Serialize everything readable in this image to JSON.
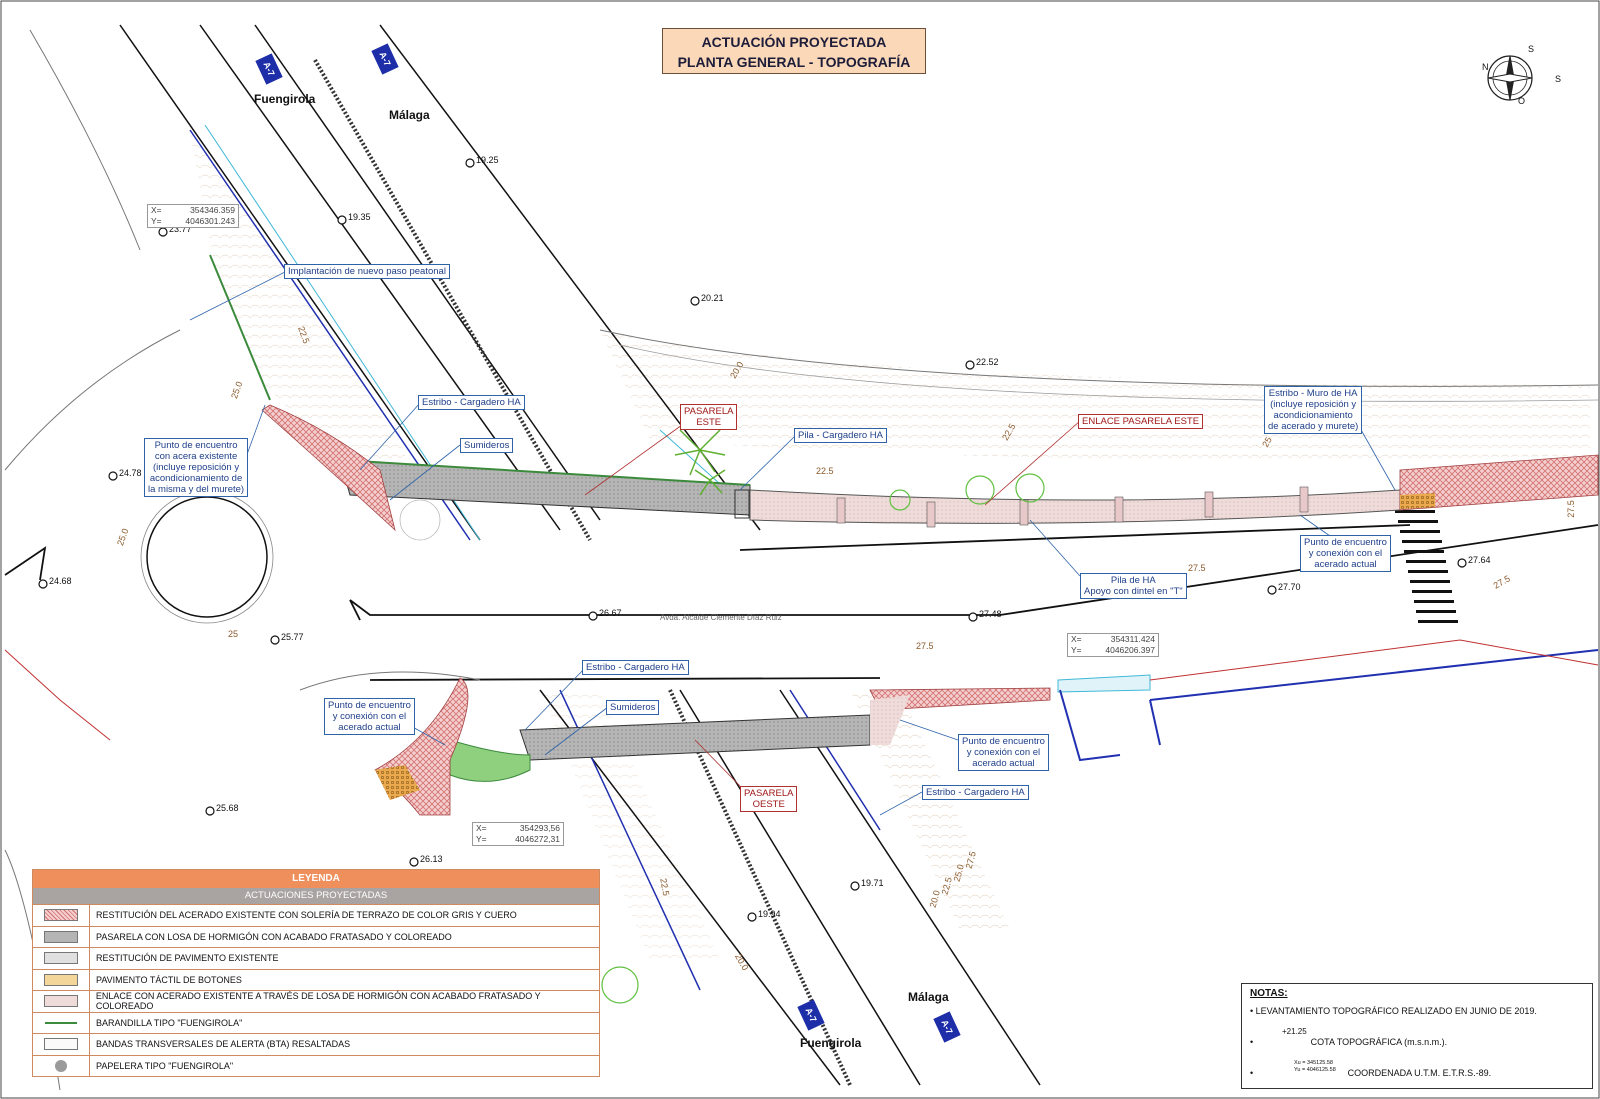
{
  "title": {
    "line1": "ACTUACIÓN PROYECTADA",
    "line2": "PLANTA GENERAL - TOPOGRAFÍA"
  },
  "cities": {
    "fuengirola": "Fuengirola",
    "malaga": "Málaga"
  },
  "road_shield": "A-7",
  "street_name": "Avda. Alcalde Clemente Díaz Ruiz",
  "callouts": {
    "nuevo_paso": "Implantación de nuevo paso peatonal",
    "estribo_n": "Estribo - Cargadero HA",
    "sumideros_n": "Sumideros",
    "punto_nw": [
      "Punto de encuentro",
      "con acera existente",
      "(incluye reposición y",
      "acondicionamiento de",
      "la misma y del murete)"
    ],
    "pasarela_este": [
      "PASARELA",
      "ESTE"
    ],
    "pila_cargadero": "Pila - Cargadero HA",
    "enlace_este": "ENLACE PASARELA ESTE",
    "estribo_muro": [
      "Estribo - Muro de HA",
      "(incluye reposición y",
      "acondicionamiento",
      "de acerado y murete)"
    ],
    "punto_e": [
      "Punto de encuentro",
      "y conexión con el",
      "acerado actual"
    ],
    "pila_ha": [
      "Pila de HA",
      "Apoyo con dintel en \"T\""
    ],
    "estribo_s": "Estribo - Cargadero HA",
    "sumideros_s": "Sumideros",
    "punto_sw": [
      "Punto de encuentro",
      "y conexión con el",
      "acerado actual"
    ],
    "punto_se": [
      "Punto de encuentro",
      "y conexión con el",
      "acerado actual"
    ],
    "pasarela_oeste": [
      "PASARELA",
      "OESTE"
    ],
    "estribo_se": "Estribo - Cargadero HA"
  },
  "elevations": [
    "19.25",
    "19.35",
    "23.77",
    "20.21",
    "22.52",
    "24.78",
    "24.68",
    "26.67",
    "27.48",
    "27.70",
    "27.64",
    "25.77",
    "25.68",
    "26.13",
    "19.71",
    "19.94"
  ],
  "contours": [
    "22.5",
    "25.0",
    "20.0",
    "22.5",
    "22.5",
    "25",
    "27.5",
    "27.5",
    "25.0",
    "27.5",
    "27.5",
    "25",
    "22.5",
    "20.0",
    "27.5",
    "25.0",
    "22.5",
    "20.0"
  ],
  "coords": {
    "nw": {
      "x_label": "X=",
      "x": "354346.359",
      "y_label": "Y=",
      "y": "4046301.243"
    },
    "e": {
      "x_label": "X=",
      "x": "354311.424",
      "y_label": "Y=",
      "y": "4046206.397"
    },
    "s": {
      "x_label": "X=",
      "x": "354293,56",
      "y_label": "Y=",
      "y": "4046272,31"
    }
  },
  "legend": {
    "title": "LEYENDA",
    "subtitle": "ACTUACIONES PROYECTADAS",
    "items": [
      {
        "label": "RESTITUCIÓN DEL ACERADO EXISTENTE CON SOLERÍA DE TERRAZO DE COLOR GRIS Y CUERO",
        "symbol": "hatch-red"
      },
      {
        "label": "PASARELA CON LOSA DE HORMIGÓN CON ACABADO FRATASADO Y COLOREADO",
        "symbol": "gray-dots"
      },
      {
        "label": "RESTITUCIÓN DE PAVIMENTO EXISTENTE",
        "symbol": "light-gray-dots"
      },
      {
        "label": "PAVIMENTO TÁCTIL DE BOTONES",
        "symbol": "yellow-circles"
      },
      {
        "label": "ENLACE CON ACERADO EXISTENTE A TRAVÉS DE LOSA DE HORMIGÓN CON ACABADO FRATASADO Y COLOREADO",
        "symbol": "pink-dots"
      },
      {
        "label": "BARANDILLA TIPO \"FUENGIROLA\"",
        "symbol": "green-line"
      },
      {
        "label": "BANDAS TRANSVERSALES DE ALERTA (BTA) RESALTADAS",
        "symbol": "white-dots"
      },
      {
        "label": "PAPELERA TIPO \"FUENGIROLA\"",
        "symbol": "gray-circle"
      }
    ]
  },
  "notes": {
    "title": "NOTAS:",
    "items": [
      "LEVANTAMIENTO TOPOGRÁFICO REALIZADO EN JUNIO DE 2019.",
      "COTA TOPOGRÁFICA (m.s.n.m.).",
      "COORDENADA U.T.M. E.T.R.S.-89."
    ],
    "sample_elev": "+21.25",
    "sample_coord_x": "Xu = 345125.58",
    "sample_coord_y": "Yu = 4046125.58"
  },
  "colors": {
    "accent": "#ef8f5b",
    "callout_blue": "#2e63a8",
    "callout_red": "#a01818",
    "road_blue": "#1d2ea8",
    "railing_green": "#3c8a3c"
  }
}
